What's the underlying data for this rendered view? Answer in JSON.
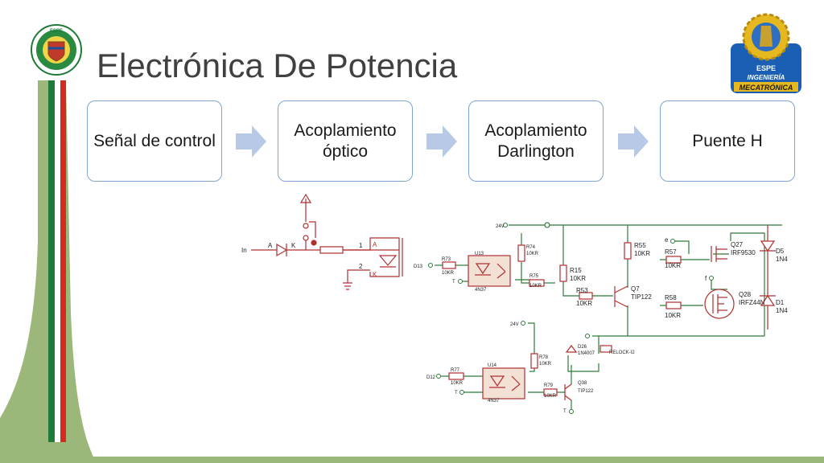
{
  "slide": {
    "title": "Electrónica De Potencia"
  },
  "logos": {
    "left": {
      "text": "ESPE"
    },
    "right": {
      "lines": [
        "ESPE",
        "INGENIERÍA",
        "MECATRÓNICA"
      ]
    }
  },
  "flow": [
    {
      "label": "Señal de control"
    },
    {
      "label": "Acoplamiento óptico"
    },
    {
      "label": "Acoplamiento Darlington"
    },
    {
      "label": "Puente H"
    }
  ],
  "schematic": {
    "optocoupler_detail": {
      "input_label": "In",
      "anode": "A",
      "cathode": "K",
      "pin1": "1",
      "pin2": "2",
      "pin_a": "A",
      "pin_k": "K"
    },
    "circuit": {
      "supply_top": "24V",
      "supply_bottom": "24V",
      "inputs": [
        "D13",
        "D12"
      ],
      "t_labels": [
        "T",
        "T",
        "T"
      ],
      "optos": [
        {
          "name": "U13",
          "part": "4N37"
        },
        {
          "name": "U14",
          "part": "4N37"
        }
      ],
      "resistors": [
        {
          "name": "R73",
          "value": "10KR"
        },
        {
          "name": "R74",
          "value": "10KR"
        },
        {
          "name": "R75",
          "value": "10KR"
        },
        {
          "name": "R15",
          "value": "10KR"
        },
        {
          "name": "R53",
          "value": "10KR"
        },
        {
          "name": "R55",
          "value": "10KR"
        },
        {
          "name": "R57",
          "value": "10KR"
        },
        {
          "name": "R58",
          "value": "10KR"
        },
        {
          "name": "R77",
          "value": "10KR"
        },
        {
          "name": "R78",
          "value": "10KR"
        },
        {
          "name": "R79",
          "value": "10KR"
        }
      ],
      "transistors": [
        {
          "name": "Q7",
          "part": "TIP122"
        },
        {
          "name": "Q27",
          "part": "IRF9530"
        },
        {
          "name": "Q28",
          "part": "IRFZ44N"
        },
        {
          "name": "Q38",
          "part": "TIP122"
        }
      ],
      "diodes": [
        {
          "name": "D5",
          "part": "1N4"
        },
        {
          "name": "D1",
          "part": "1N4"
        },
        {
          "name": "D26",
          "part": "1N4007"
        }
      ],
      "nodes": [
        "e",
        "f"
      ],
      "relay_label": "RELOCK-I2"
    }
  }
}
